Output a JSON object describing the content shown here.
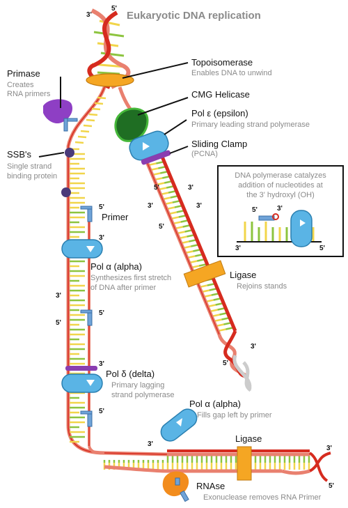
{
  "title": "Eukaryotic DNA replication",
  "labels": {
    "primase": {
      "name": "Primase",
      "desc1": "Creates",
      "desc2": "RNA primers"
    },
    "ssb": {
      "name": "SSB's",
      "desc1": "Single strand",
      "desc2": "binding protein"
    },
    "topoisomerase": {
      "name": "Topoisomerase",
      "desc": "Enables DNA to unwind"
    },
    "cmg": {
      "name": "CMG Helicase"
    },
    "pol_epsilon": {
      "name": "Pol ε (epsilon)",
      "desc": "Primary leading strand polymerase"
    },
    "sliding_clamp": {
      "name": "Sliding Clamp",
      "desc": "(PCNA)"
    },
    "primer": {
      "name": "Primer"
    },
    "pol_alpha": {
      "name": "Pol α (alpha)",
      "desc1": "Synthesizes first stretch",
      "desc2": "of DNA after primer"
    },
    "pol_delta": {
      "name": "Pol δ (delta)",
      "desc1": "Primary lagging",
      "desc2": "strand polymerase"
    },
    "pol_alpha_gap": {
      "name": "Pol α (alpha)",
      "desc": "Fills gap left by primer"
    },
    "ligase_right": {
      "name": "Ligase",
      "desc": "Rejoins stands"
    },
    "ligase_bottom": {
      "name": "Ligase"
    },
    "rnase": {
      "name": "RNAse",
      "desc": "Exonuclease removes RNA Primer"
    }
  },
  "inset": {
    "line1": "DNA polymerase catalyzes",
    "line2": "addition of nucleotides at",
    "line3": "the 3' hydroxyl (OH)",
    "five_top": "5'",
    "three_top": "3'",
    "three_bottom": "3'",
    "five_bottom": "5'"
  },
  "ends": {
    "top_3": "3'",
    "top_5": "5'",
    "lead_5": "5'",
    "lead_3a": "3'",
    "lead_3b": "3'",
    "lead_5b": "5'",
    "bottom_3": "3'",
    "bottom_5": "5'",
    "l_5a": "5'",
    "l_3a": "3'",
    "l_3b": "3'",
    "l_5b": "5'",
    "l_3c": "3'",
    "l_5c": "5'",
    "l_3d": "3'",
    "b_3": "3'",
    "r_3": "3'",
    "r_5": "5'"
  },
  "colors": {
    "strand_red": "#d62b1f",
    "strand_salmon": "#e9806f",
    "base_yellow": "#f1d54a",
    "base_green": "#8dc43f",
    "primer_blue": "#6fa3d8",
    "polymerase_blue": "#5ab4e5",
    "clamp_purple": "#8a3db0",
    "ligase_orange": "#f5a623",
    "cmg_green": "#1f6e23",
    "primase_purple": "#8e3fc4",
    "rnase_orange": "#f28c1d",
    "ssb_navy": "#4a3a7a",
    "title_gray": "#8a8a8a"
  }
}
